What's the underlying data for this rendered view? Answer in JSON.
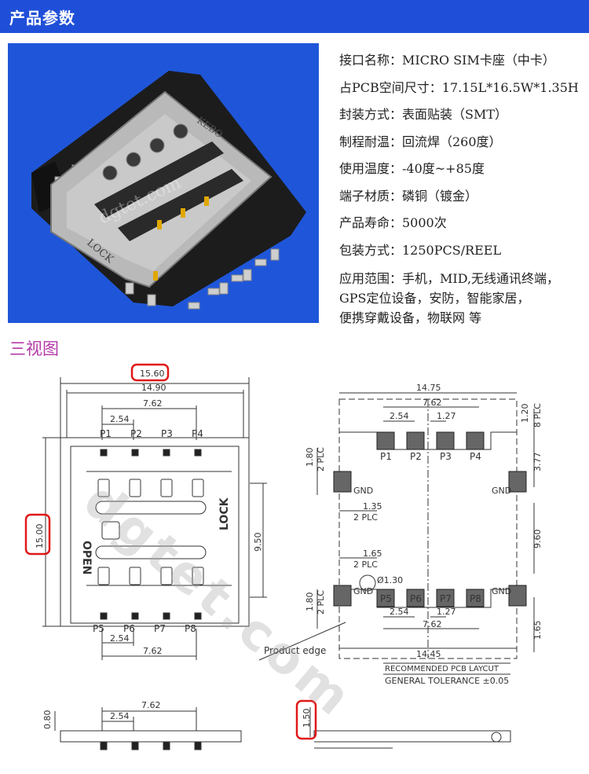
{
  "header": {
    "title": "产品参数"
  },
  "photo": {
    "label_top": "KEBO",
    "label_lock": "LOCK",
    "watermark": "dgtet.com"
  },
  "specs": {
    "interface": "接口名称：MICRO SIM卡座（中卡）",
    "pcb_size": "占PCB空间尺寸：17.15L*16.5W*1.35H",
    "package": "封装方式：表面贴装（SMT）",
    "process_temp": "制程耐温：回流焊（260度）",
    "use_temp": "使用温度：-40度~+85度",
    "material": "端子材质：磷铜（镀金）",
    "life": "产品寿命：5000次",
    "packing": "包装方式：1250PCS/REEL",
    "application_1": "应用范围：手机，MID,无线通讯终端，",
    "application_2": "GPS定位设备，安防，智能家居，",
    "application_3": "便携穿戴设备，物联网 等"
  },
  "views": {
    "title": "三视图",
    "front": {
      "dim_outer": "15.60",
      "dim_inner": "14.90",
      "dim_pitch_top": "7.62",
      "dim_pin": "2.54",
      "dim_height": "15.00",
      "dim_side": "9.50",
      "dim_pitch_bottom": "7.62",
      "dim_pin_bottom": "2.54",
      "open": "OPEN",
      "lock": "LOCK",
      "pins_top": [
        "P1",
        "P2",
        "P3",
        "P4"
      ],
      "pins_bottom": [
        "P5",
        "P6",
        "P7",
        "P8"
      ]
    },
    "layout": {
      "dim_width": "14.75",
      "dim_pitch": "7.62",
      "dim_pin": "2.54",
      "dim_gap": "1.27",
      "dim_pad_h": "1.20",
      "plc_8": "8 PLC",
      "dim_180": "1.80",
      "plc_2": "2 PLC",
      "dim_377": "3.77",
      "dim_135": "1.35",
      "dim_960": "9.60",
      "dim_165": "1.65",
      "dim_hole": "Ø1.30",
      "dim_165b": "1.65",
      "dim_bottom_pitch": "7.62",
      "dim_bottom_pin": "2.54",
      "dim_bottom_gap": "1.27",
      "dim_total": "14.45",
      "gnd": "GND",
      "pins_top": [
        "P1",
        "P2",
        "P3",
        "P4"
      ],
      "pins_bottom": [
        "P5",
        "P6",
        "P7",
        "P8"
      ],
      "product_edge": "Product edge",
      "recommended": "RECOMMENDED PCB LAYCUT",
      "tolerance": "GENERAL TOLERANCE ±0.05"
    },
    "side": {
      "dim_080": "0.80",
      "dim_pitch": "7.62",
      "dim_pin": "2.54"
    },
    "end": {
      "dim_150": "1.50"
    }
  }
}
